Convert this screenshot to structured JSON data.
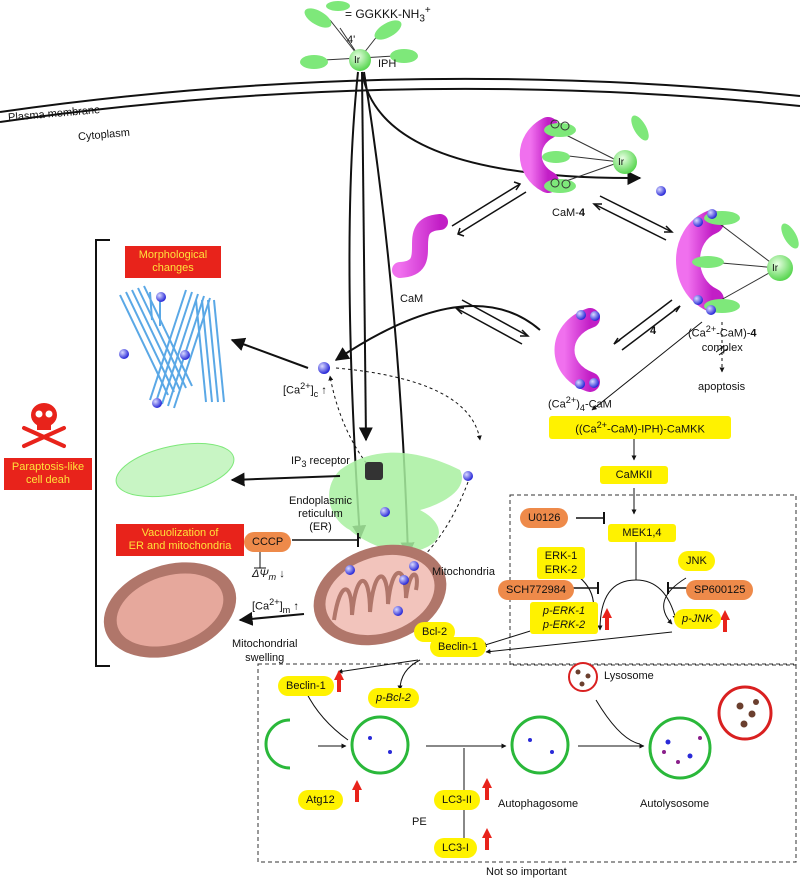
{
  "top": {
    "legend_text": "= GGKKK-NH",
    "legend_sub": "3",
    "legend_sup": "+",
    "label_4prime": "4'",
    "ir": "Ir",
    "iph": "IPH"
  },
  "membrane": {
    "outer": "Plasma membrane",
    "inner": "Cytoplasm"
  },
  "complexes": {
    "cam4": "CaM-",
    "cam4_bold": "4",
    "cam": "CaM",
    "ca_cam": "(Ca",
    "ca_cam_sup": "2+",
    "ca_cam_sub": "4",
    "ca_cam_tail": "-CaM",
    "ca_cam4_line1": "(Ca",
    "ca_cam4_line1b": "-CaM)-",
    "ca_cam4_bold": "4",
    "ca_cam4_line2": "complex",
    "arrow_label_4": "4",
    "apoptosis": "apoptosis"
  },
  "pathway": {
    "camkk": "((Ca",
    "camkk_tail": "-CaM)-IPH)-CaMKK",
    "camkii": "CaMKII",
    "u0126": "U0126",
    "mek": "MEK1,4",
    "erk1": "ERK-1",
    "erk2": "ERK-2",
    "jnk": "JNK",
    "sch": "SCH772984",
    "sp": "SP600125",
    "perk1": "p-ERK-1",
    "perk2": "p-ERK-2",
    "pjnk": "p-JNK",
    "bcl2": "Bcl-2",
    "beclin1": "Beclin-1"
  },
  "cell": {
    "ca_c": "[Ca",
    "ca_c_tail": "]",
    "ca_c_sub": "c",
    "ip3": "IP",
    "ip3_sub": "3",
    "ip3_tail": " receptor",
    "er_line1": "Endoplasmic",
    "er_line2": "reticulum",
    "er_line3": "(ER)",
    "cccp": "CCCP",
    "psi": "ΔΨ",
    "psi_sub": "m",
    "ca_m": "[Ca",
    "ca_m_tail": "]",
    "ca_m_sub": "m",
    "mitochondria": "Mitochondria",
    "swelling_line1": "Mitochondrial",
    "swelling_line2": "swelling"
  },
  "side": {
    "morph_line1": "Morphological",
    "morph_line2": "changes",
    "vac_line1": "Vacuolization of",
    "vac_line2": "ER and mitochondria",
    "death_line1": "Paraptosis-like",
    "death_line2": "cell deah"
  },
  "autophagy": {
    "beclin1": "Beclin-1",
    "pbcl2": "p-Bcl-2",
    "atg12": "Atg12",
    "lc3ii": "LC3-II",
    "lc3i": "LC3-I",
    "pe": "PE",
    "autophagosome": "Autophagosome",
    "lysosome": "Lysosome",
    "autolysosome": "Autolysosome",
    "not_important": "Not so important"
  },
  "colors": {
    "highlight": "#fff200",
    "inhibitor": "#ee8a4a",
    "alert": "#e8231b",
    "peptide": "#7ee87a",
    "calmodulin": "#e85ce0",
    "calcium": "#4a4ae8",
    "er": "#a8f0a0",
    "mito": "#b0766a"
  }
}
